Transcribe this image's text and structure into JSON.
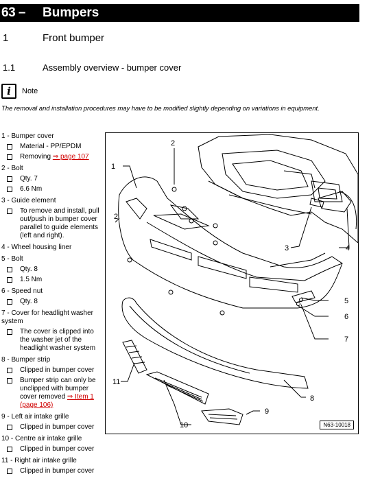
{
  "chapter": {
    "number": "63 –",
    "title": "Bumpers"
  },
  "section": {
    "number": "1",
    "title": "Front bumper"
  },
  "subsection": {
    "number": "1.1",
    "title": "Assembly overview - bumper cover"
  },
  "note": {
    "label": "Note",
    "text": "The removal and installation procedures may have to be modified slightly depending on variations in equipment."
  },
  "legend": [
    {
      "title": "1 - Bumper cover",
      "subs": [
        {
          "text": "Material - PP/EPDM"
        },
        {
          "text": "Removing ",
          "link": "⇒ page 107"
        }
      ]
    },
    {
      "title": "2 - Bolt",
      "subs": [
        {
          "text": "Qty. 7"
        },
        {
          "text": "6.6 Nm"
        }
      ]
    },
    {
      "title": "3 - Guide element",
      "subs": [
        {
          "text": "To remove and install, pull out/push in bumper cover parallel to guide elements (left and right)."
        }
      ]
    },
    {
      "title": "4 - Wheel housing liner",
      "subs": []
    },
    {
      "title": "5 - Bolt",
      "subs": [
        {
          "text": "Qty. 8"
        },
        {
          "text": "1.5 Nm"
        }
      ]
    },
    {
      "title": "6 - Speed nut",
      "subs": [
        {
          "text": "Qty. 8"
        }
      ]
    },
    {
      "title": "7 - Cover for headlight washer system",
      "subs": [
        {
          "text": "The cover is clipped into the washer jet of the headlight washer system"
        }
      ]
    },
    {
      "title": "8 - Bumper strip",
      "subs": [
        {
          "text": "Clipped in bumper cover"
        },
        {
          "text": "Bumper strip can only be unclipped with bumper cover removed ",
          "link": "⇒ Item 1 (page 106)"
        }
      ]
    },
    {
      "title": "9 - Left air intake grille",
      "subs": [
        {
          "text": "Clipped in bumper cover"
        }
      ]
    },
    {
      "title": "10 - Centre air intake grille",
      "subs": [
        {
          "text": "Clipped in bumper cover"
        }
      ]
    },
    {
      "title": "11 - Right air intake grille",
      "subs": [
        {
          "text": "Clipped in bumper cover"
        }
      ]
    }
  ],
  "figure": {
    "code": "N63-10018",
    "callouts": [
      "1",
      "2",
      "2",
      "3",
      "4",
      "5",
      "6",
      "7",
      "8",
      "9",
      "10",
      "11"
    ]
  }
}
